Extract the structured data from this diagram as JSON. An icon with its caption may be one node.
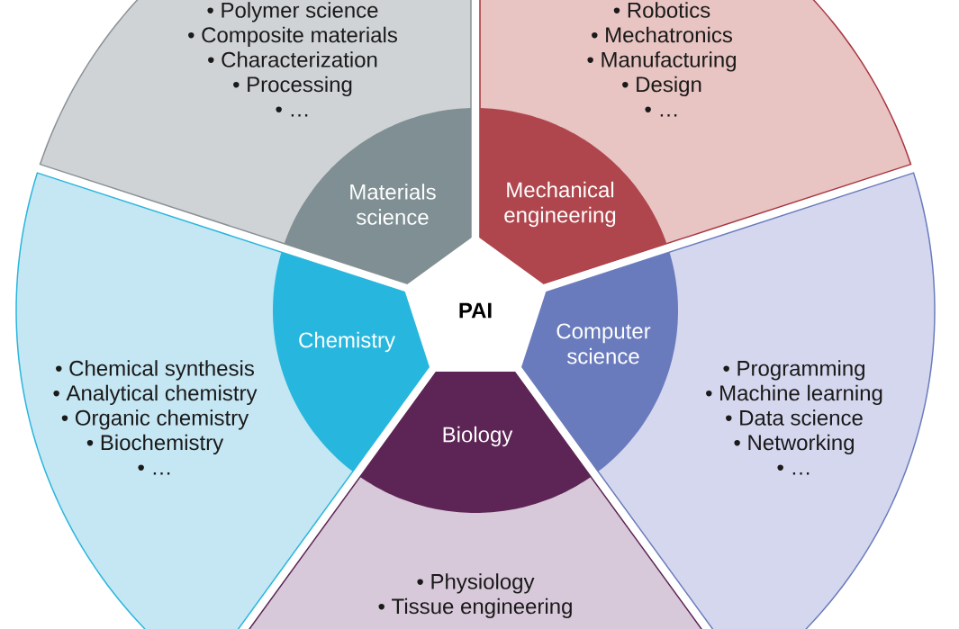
{
  "diagram": {
    "nodes": [
      {
        "text": [
          "• Polymer science",
          "• Composite materials",
          "• Characterization",
          "• Processing",
          "• …"
        ]
      },
      {
        "text": [
          "Materials science"
        ],
        "in": 0
      },
      {
        "text": [
          "• Robotics",
          "• Mechatronics",
          "• Manufacturing",
          "• Design",
          "• …"
        ]
      },
      {
        "text": [
          "Mechanical engineering"
        ],
        "in": 2
      },
      {
        "text": [
          "PAI"
        ]
      },
      {
        "text": [
          "• Chemical synthesis",
          "• Analytical chemistry",
          "• Organic chemistry",
          "• Biochemistry",
          "• …"
        ]
      },
      {
        "text": [
          "Chemistry"
        ],
        "in": 5
      },
      {
        "text": [
          "• Programming",
          "• Machine learning",
          "• Data science",
          "• Networking",
          "• …"
        ]
      },
      {
        "text": [
          "Computer science"
        ],
        "in": 7
      },
      {
        "text": [
          "• Physiology",
          "• Tissue engineering"
        ]
      },
      {
        "text": [
          "Biology"
        ],
        "in": 9
      }
    ]
  }
}
